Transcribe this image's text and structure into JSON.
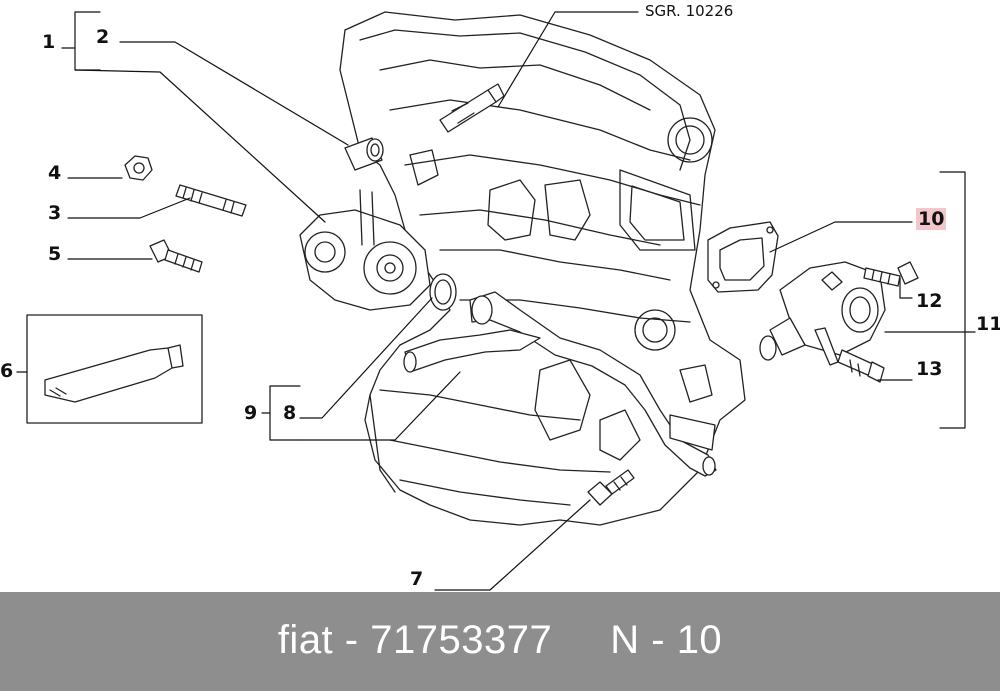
{
  "callouts": {
    "n1": "1",
    "n2": "2",
    "n3": "3",
    "n4": "4",
    "n5": "5",
    "n6": "6",
    "n7": "7",
    "n8": "8",
    "n9": "9",
    "n10": "10",
    "n11": "11",
    "n12": "12",
    "n13": "13"
  },
  "sensor_ref": "SGR. 10226",
  "highlight_color": "#f3c6cc",
  "footer": {
    "text": "fiat - 71753377     N - 10",
    "background": "#8e8e8e"
  }
}
